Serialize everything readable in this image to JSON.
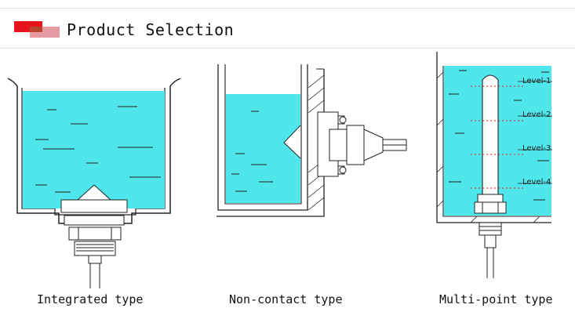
{
  "header": {
    "title": "Product Selection"
  },
  "colors": {
    "liquid": "#4fe6ec",
    "accent_red": "#e8141c",
    "accent_pink": "#e89aa2"
  },
  "diagrams": [
    {
      "caption": "Integrated type"
    },
    {
      "caption": "Non-contact type"
    },
    {
      "caption": "Multi-point type"
    }
  ],
  "levels": [
    "Level-1",
    "Level-2",
    "Level-3",
    "Level-4"
  ]
}
